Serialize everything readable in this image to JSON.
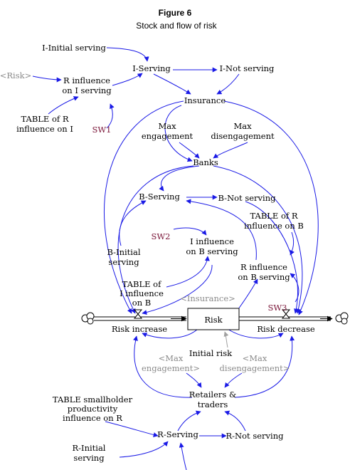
{
  "figure": {
    "title": "Figure 6",
    "subtitle": "Stock and flow of risk"
  },
  "nodes": {
    "i_initial_serving": "I-Initial serving",
    "risk_shadow": "<Risk>",
    "r_influence_on_i_serving_1": "R influence",
    "r_influence_on_i_serving_2": "on I serving",
    "table_r_influence_on_i_1": "TABLE of R",
    "table_r_influence_on_i_2": "influence on I",
    "sw1": "SW1",
    "i_serving": "I-Serving",
    "i_not_serving": "I-Not serving",
    "insurance": "Insurance",
    "max_engagement_1": "Max",
    "max_engagement_2": "engagement",
    "max_disengagement_1": "Max",
    "max_disengagement_2": "disengagement",
    "banks": "Banks",
    "b_serving": "B-Serving",
    "b_not_serving": "B-Not serving",
    "table_r_influence_on_b_1": "TABLE of R",
    "table_r_influence_on_b_2": "influence on B",
    "sw2": "SW2",
    "i_influence_on_b_serving_1": "I influence",
    "i_influence_on_b_serving_2": "on B serving",
    "b_initial_serving_1": "B-Initial",
    "b_initial_serving_2": "serving",
    "r_influence_on_b_serving_1": "R influence",
    "r_influence_on_b_serving_2": "on B serving",
    "table_i_influence_on_b_1": "TABLE of",
    "table_i_influence_on_b_2": "I influence",
    "table_i_influence_on_b_3": "on B",
    "insurance_shadow": "<Insurance>",
    "sw3": "SW3",
    "risk": "Risk",
    "risk_increase": "Risk increase",
    "risk_decrease": "Risk decrease",
    "initial_risk": "Initial risk",
    "max_engagement_shadow_1": "<Max",
    "max_engagement_shadow_2": "engagement>",
    "max_disengagement_shadow_1": "<Max",
    "max_disengagement_shadow_2": "disengagement>",
    "retailers_traders_1": "Retailers &",
    "retailers_traders_2": "traders",
    "table_smallholder_1": "TABLE smallholder",
    "table_smallholder_2": "productivity",
    "table_smallholder_3": "influence on R",
    "r_serving": "R-Serving",
    "r_not_serving": "R-Not serving",
    "r_initial_serving_1": "R-Initial",
    "r_initial_serving_2": "serving"
  },
  "colors": {
    "link": "#1a1ae6",
    "shadow_text": "#8a8a8a",
    "switch_text": "#7a1538",
    "shadow_link": "#a0a0a0"
  }
}
